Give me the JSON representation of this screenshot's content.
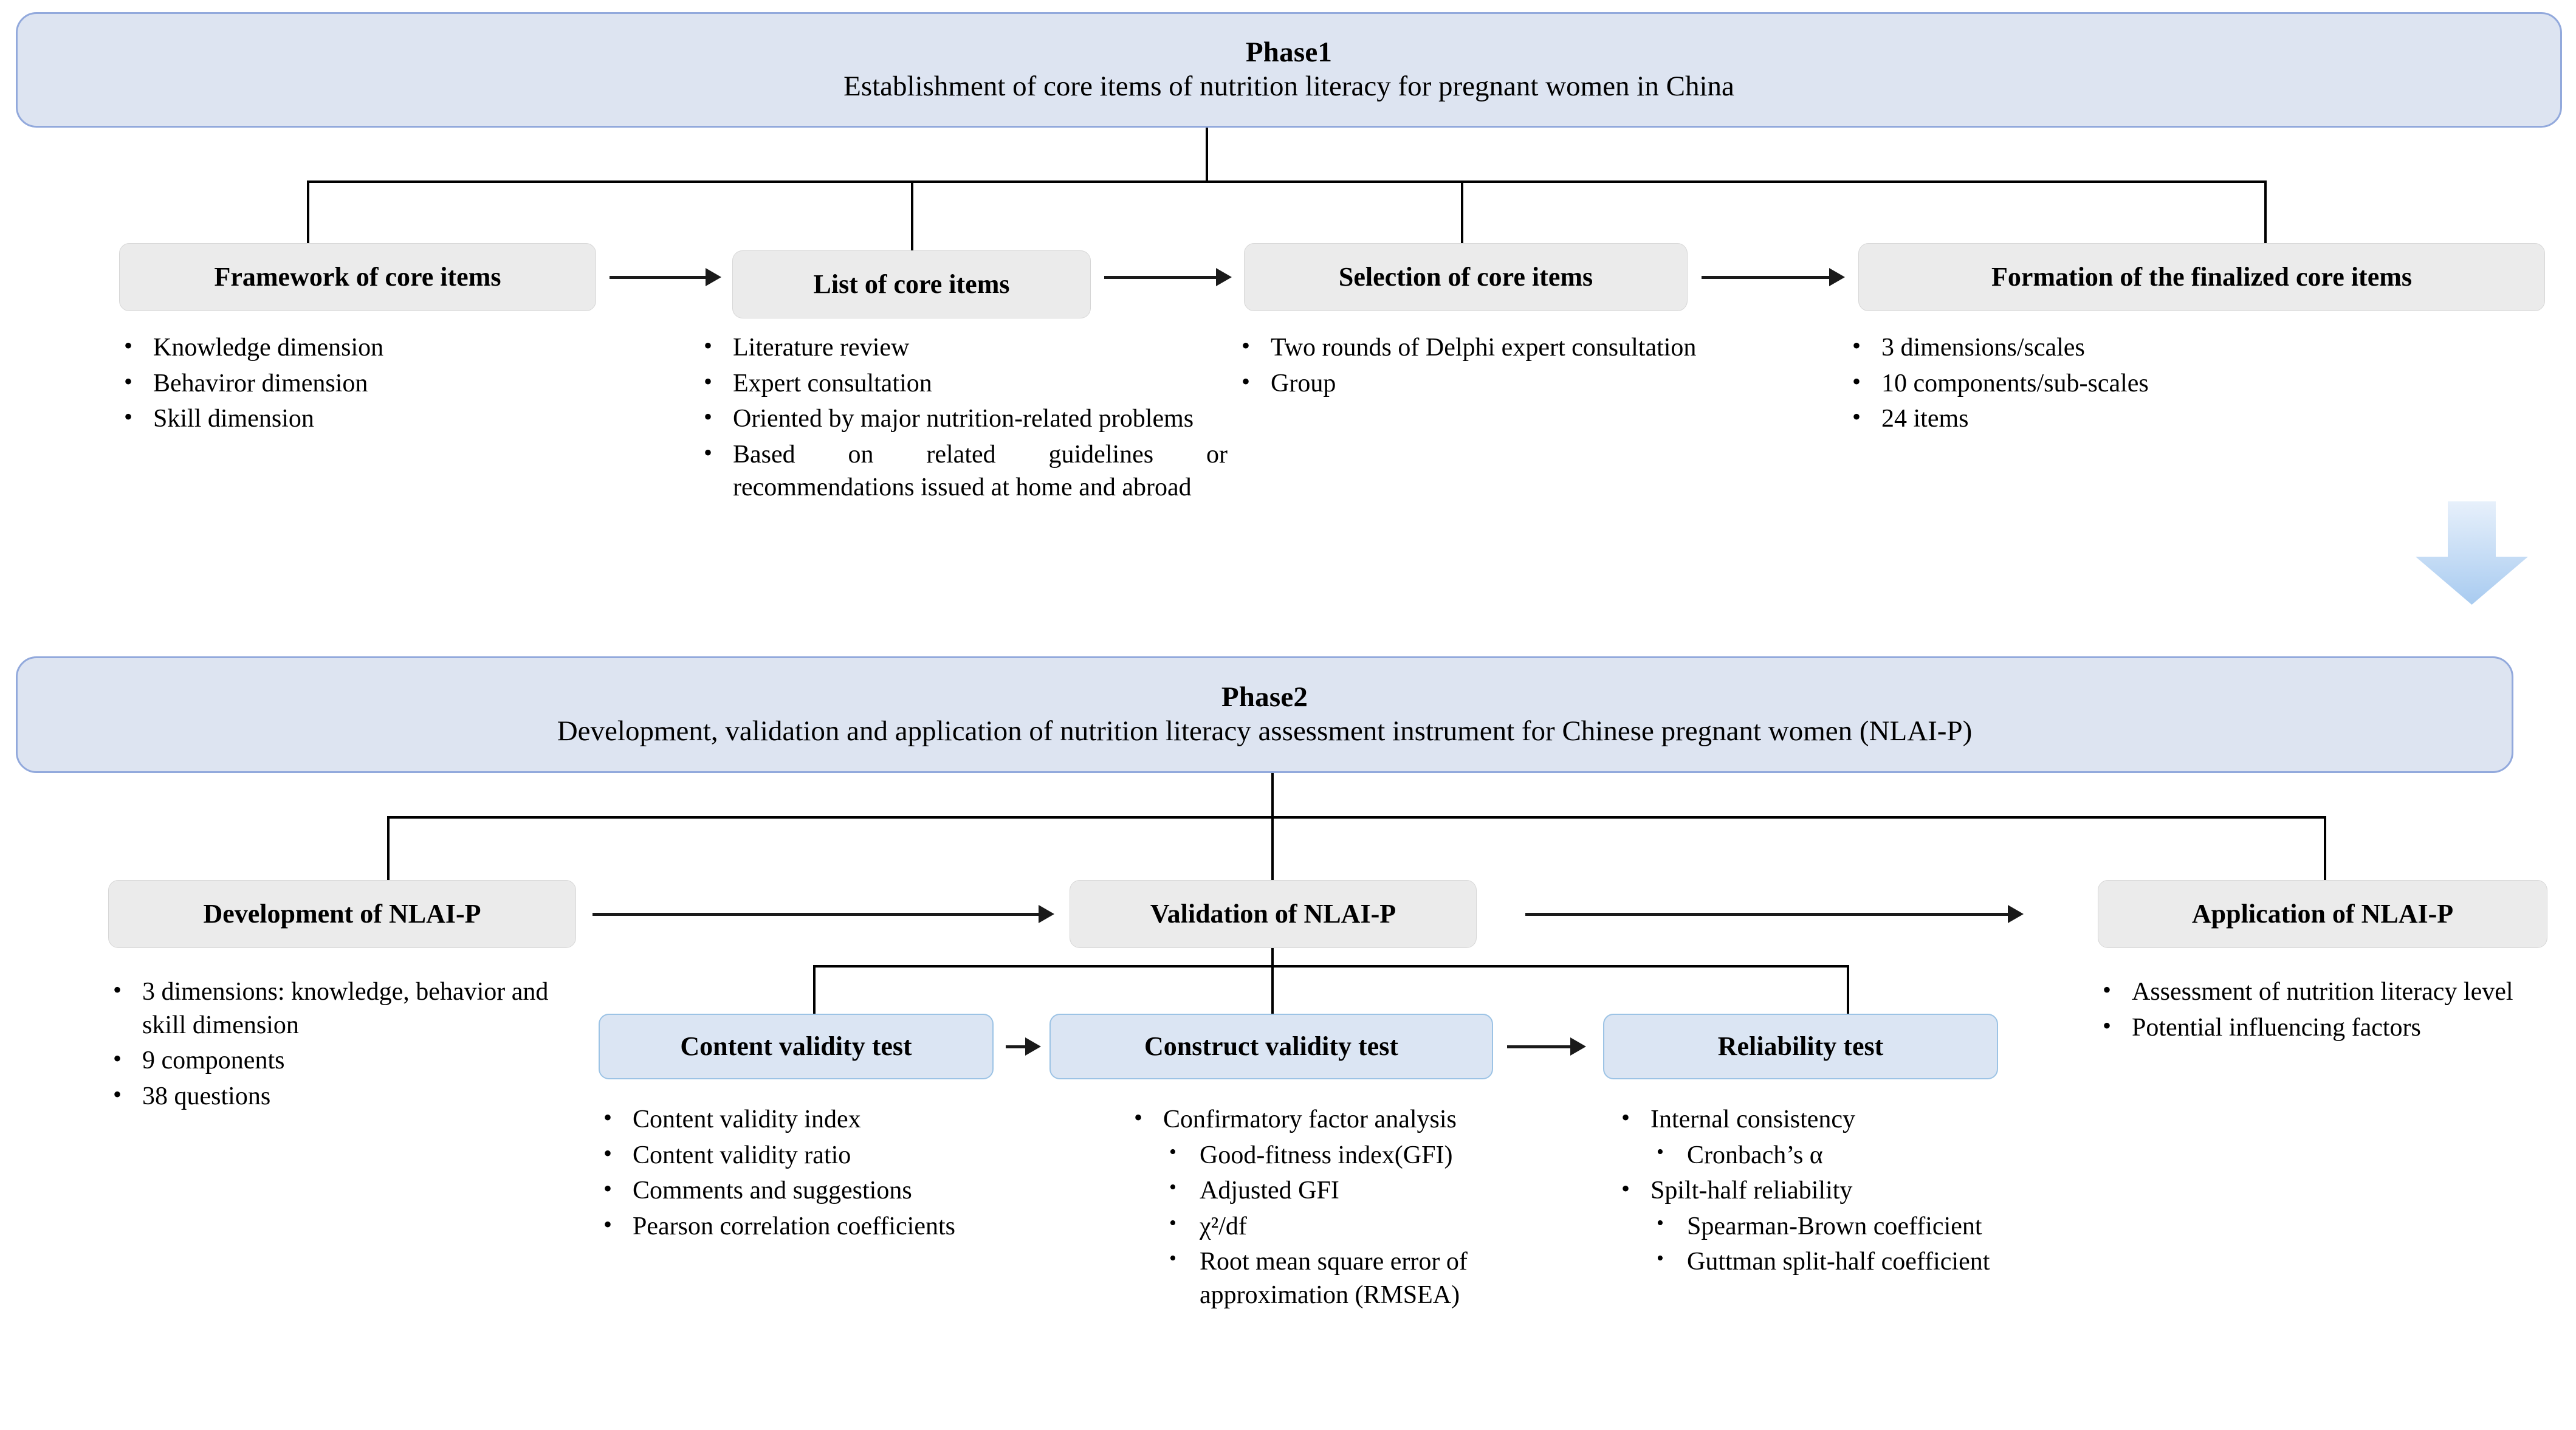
{
  "phase1": {
    "title": "Phase1",
    "subtitle": "Establishment of core items of nutrition literacy for pregnant women in China",
    "steps": [
      {
        "label": "Framework of core items",
        "bullets": [
          {
            "text": "Knowledge dimension",
            "level": 1
          },
          {
            "text": "Behaviror dimension",
            "level": 1
          },
          {
            "text": "Skill dimension",
            "level": 1
          }
        ]
      },
      {
        "label": "List of core items",
        "bullets": [
          {
            "text": "Literature review",
            "level": 1
          },
          {
            "text": "Expert consultation",
            "level": 1
          },
          {
            "text": "Oriented by major nutrition-related problems",
            "level": 1
          },
          {
            "text": "Based on related guidelines or recommendations issued at home and abroad",
            "level": 1,
            "justify": true
          }
        ]
      },
      {
        "label": "Selection of core items",
        "bullets": [
          {
            "text": "Two rounds of Delphi expert consultation",
            "level": 1
          },
          {
            "text": "Group",
            "level": 1
          }
        ]
      },
      {
        "label": "Formation of the finalized core items",
        "bullets": [
          {
            "text": "3 dimensions/scales",
            "level": 1
          },
          {
            "text": "10 components/sub-scales",
            "level": 1
          },
          {
            "text": "24 items",
            "level": 1
          }
        ]
      }
    ]
  },
  "transition": {
    "icon": "down-arrow-icon",
    "color": "#bdd7f0"
  },
  "phase2": {
    "title": "Phase2",
    "subtitle": "Development, validation and application of nutrition literacy assessment instrument for Chinese pregnant women (NLAI-P)",
    "steps": [
      {
        "label": "Development of NLAI-P",
        "bullets": [
          {
            "text": "3 dimensions: knowledge, behavior and skill dimension",
            "level": 1
          },
          {
            "text": "9 components",
            "level": 1
          },
          {
            "text": "38 questions",
            "level": 1
          }
        ]
      },
      {
        "label": "Validation of NLAI-P",
        "bullets": []
      },
      {
        "label": "Application of NLAI-P",
        "bullets": [
          {
            "text": "Assessment of nutrition literacy level",
            "level": 1
          },
          {
            "text": "Potential influencing factors",
            "level": 1
          }
        ]
      }
    ],
    "validation_steps": [
      {
        "label": "Content validity test",
        "bullets": [
          {
            "text": "Content validity index",
            "level": 1
          },
          {
            "text": "Content validity ratio",
            "level": 1
          },
          {
            "text": "Comments and suggestions",
            "level": 1
          },
          {
            "text": "Pearson correlation coefficients",
            "level": 1
          }
        ]
      },
      {
        "label": "Construct validity test",
        "bullets": [
          {
            "text": "Confirmatory factor analysis",
            "level": 1
          },
          {
            "text": "Good-fitness index(GFI)",
            "level": 2
          },
          {
            "text": "Adjusted GFI",
            "level": 2
          },
          {
            "text": "χ²/df",
            "level": 2
          },
          {
            "text": "Root mean square error of approximation (RMSEA)",
            "level": 2
          }
        ]
      },
      {
        "label": "Reliability test",
        "bullets": [
          {
            "text": "Internal consistency",
            "level": 1
          },
          {
            "text": "Cronbach’s α",
            "level": 2
          },
          {
            "text": "Spilt-half reliability",
            "level": 1
          },
          {
            "text": "Spearman-Brown coefficient",
            "level": 2
          },
          {
            "text": "Guttman split-half coefficient",
            "level": 2
          }
        ]
      }
    ]
  },
  "colors": {
    "banner_fill": "#dde4f1",
    "banner_border": "#92a9dc",
    "grey_box_fill": "#ebebeb",
    "blue_box_fill": "#dbe5f3",
    "blue_box_border": "#9cc3e5",
    "connector": "#000000",
    "down_arrow": "#bdd7f0"
  }
}
